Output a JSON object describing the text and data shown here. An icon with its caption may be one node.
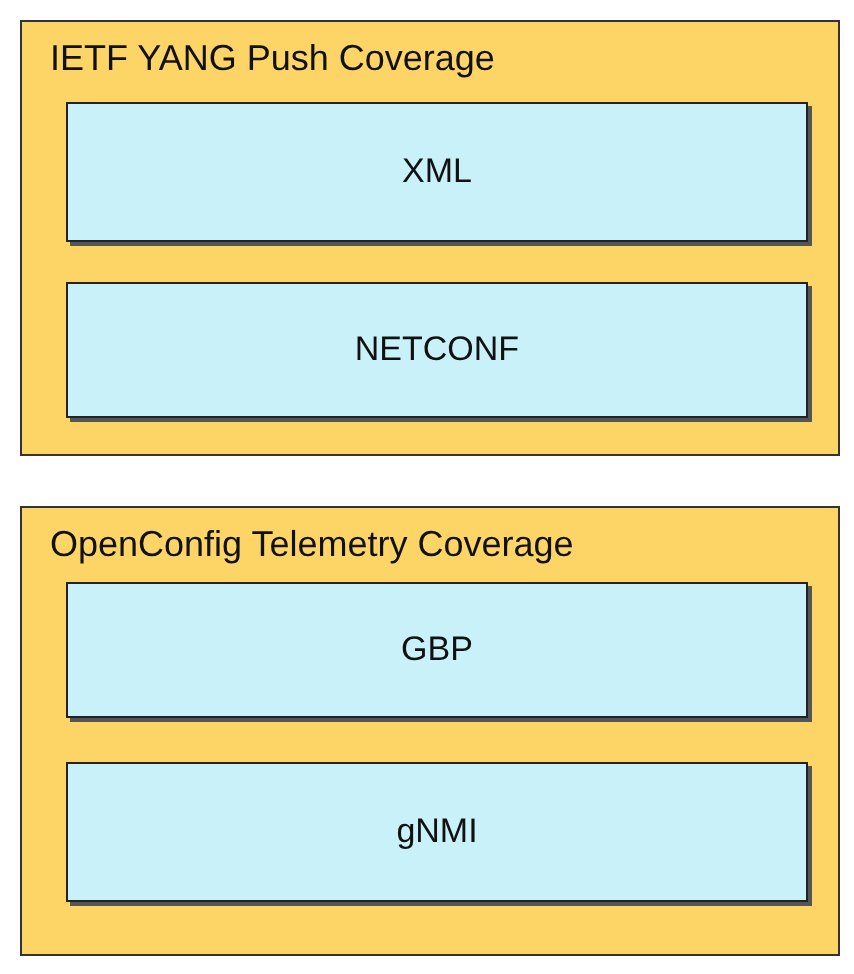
{
  "diagram": {
    "nodes": [
      {
        "text": [
          "IETF YANG Push Coverage"
        ]
      },
      {
        "text": [
          "XML"
        ],
        "in": 0
      },
      {
        "text": [
          "NETCONF"
        ],
        "in": 0
      },
      {
        "text": [
          "OpenConfig Telemetry Coverage"
        ]
      },
      {
        "text": [
          "GBP"
        ],
        "in": 3
      },
      {
        "text": [
          "gNMI"
        ],
        "in": 3
      }
    ]
  }
}
